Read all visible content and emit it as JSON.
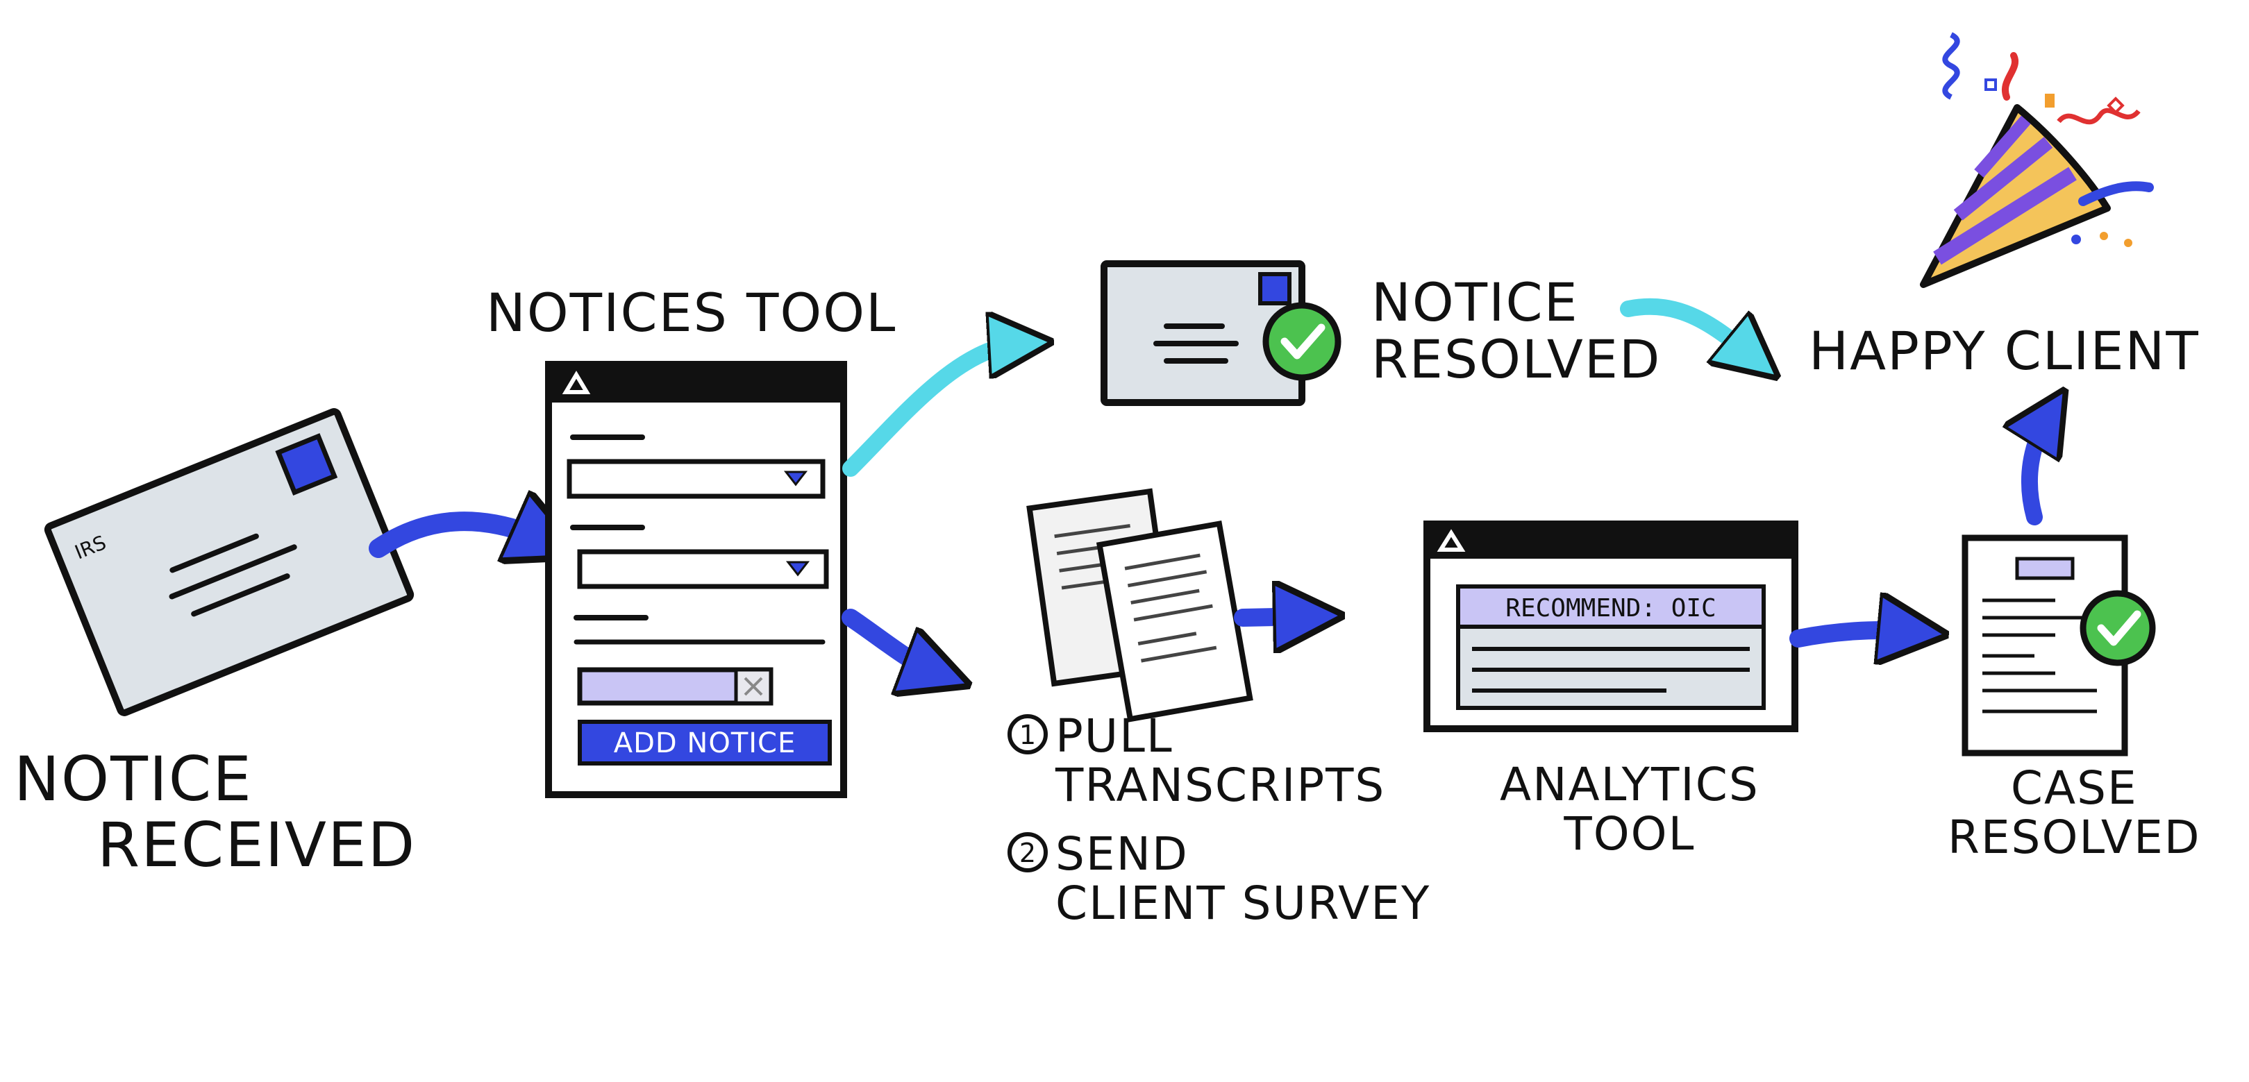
{
  "labels": {
    "notice_received": [
      "NOTICE",
      "RECEIVED"
    ],
    "notices_tool": "NOTICES TOOL",
    "notice_resolved": [
      "NOTICE",
      "RESOLVED"
    ],
    "happy_client": "HAPPY CLIENT",
    "step_1_number": "1",
    "step_1": [
      "PULL",
      "TRANSCRIPTS"
    ],
    "step_2_number": "2",
    "step_2": [
      "SEND",
      "CLIENT SURVEY"
    ],
    "analytics_tool": [
      "ANALYTICS",
      "TOOL"
    ],
    "case_resolved": [
      "CASE",
      "RESOLVED"
    ]
  },
  "envelope": {
    "sender": "IRS"
  },
  "notices_tool_window": {
    "button_label": "ADD NOTICE"
  },
  "analytics_tool_window": {
    "recommendation": "RECOMMEND: OIC"
  },
  "colors": {
    "arrow_blue": "#3347e0",
    "arrow_cyan": "#56d8e8",
    "accent_purple": "#c9c5f5",
    "envelope_gray": "#dde3e8",
    "check_green": "#4cc24f",
    "window_bar": "#111111"
  }
}
